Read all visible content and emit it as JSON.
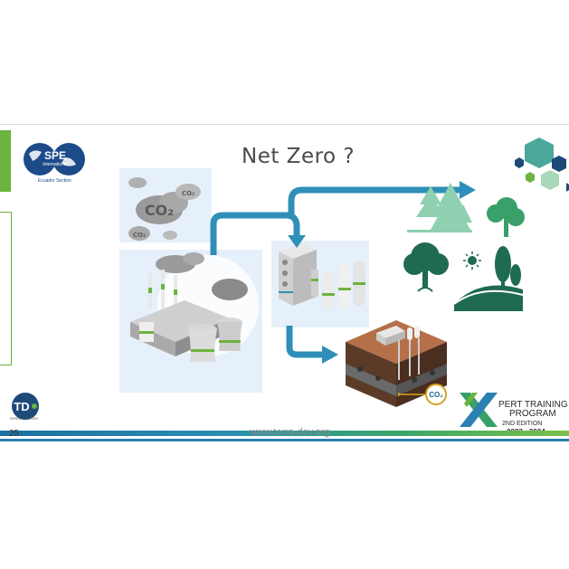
{
  "slide": {
    "title": "Net Zero ?",
    "page_number": "25",
    "website": "www.terra-dev.org"
  },
  "logos": {
    "spe_text": "SPE",
    "spe_sub": "International",
    "spe_caption": "Ecuador Section",
    "td_text": "TD",
    "td_caption": "TERRA DEV.ORG",
    "xpert_line1": "PERT TRAINING",
    "xpert_line2": "PROGRAM",
    "xpert_edition": "2ND EDITION",
    "xpert_years": "2023 - 2024"
  },
  "illustration": {
    "co2_cloud_big": "CO₂",
    "co2_cloud_small1": "CO₂",
    "co2_cloud_small2": "CO₂",
    "co2_storage": "CO₂"
  },
  "colors": {
    "arrow_blue": "#2f8fb8",
    "green_dark": "#1e6a52",
    "green_light": "#8fd0b0",
    "panel_blue": "#e6f0fb"
  }
}
